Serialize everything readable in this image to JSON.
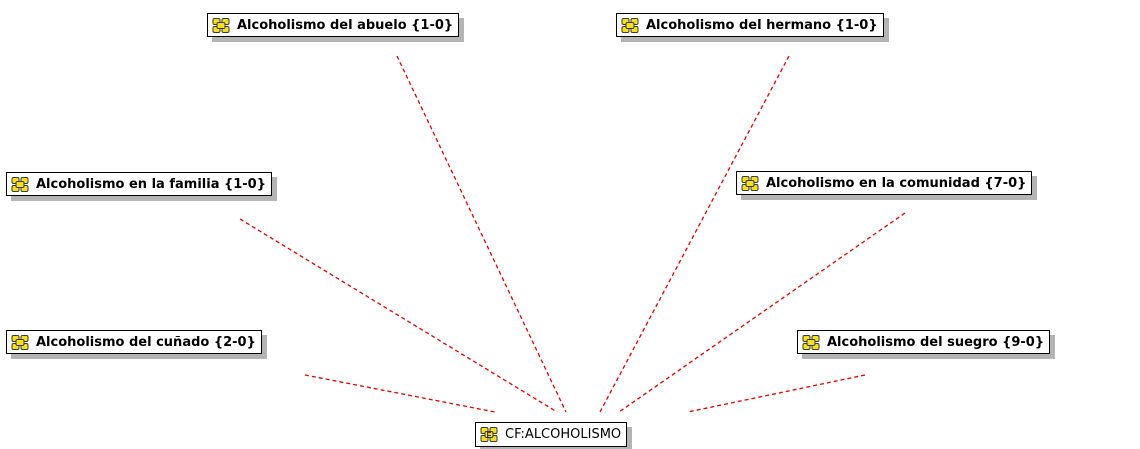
{
  "colors": {
    "link": "#e00000",
    "node_border": "#000000",
    "node_shadow": "#b4b4b4",
    "icon_fill": "#f5e11a",
    "icon_stroke": "#3a3a3a"
  },
  "center_node": {
    "label": "CF:ALCOHOLISMO",
    "icon": "family-code-icon",
    "icon_letter": "F"
  },
  "codes": [
    {
      "id": "abuelo",
      "label": "Alcoholismo del abuelo {1-0}",
      "icon": "code-icon"
    },
    {
      "id": "hermano",
      "label": "Alcoholismo del hermano {1-0}",
      "icon": "code-icon"
    },
    {
      "id": "familia",
      "label": "Alcoholismo en la familia {1-0}",
      "icon": "code-icon"
    },
    {
      "id": "comunidad",
      "label": "Alcoholismo en la comunidad {7-0}",
      "icon": "code-icon"
    },
    {
      "id": "cunado",
      "label": "Alcoholismo del cuñado {2-0}",
      "icon": "code-icon"
    },
    {
      "id": "suegro",
      "label": "Alcoholismo del suegro {9-0}",
      "icon": "code-icon"
    }
  ]
}
